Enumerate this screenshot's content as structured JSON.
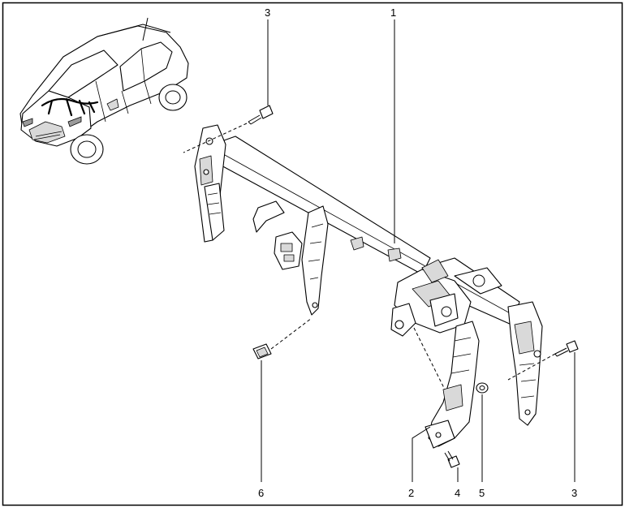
{
  "callouts": [
    {
      "id": "c1-1",
      "text": "1"
    },
    {
      "id": "c3-top",
      "text": "3"
    },
    {
      "id": "c6",
      "text": "6"
    },
    {
      "id": "c2",
      "text": "2"
    },
    {
      "id": "c4",
      "text": "4"
    },
    {
      "id": "c5",
      "text": "5"
    },
    {
      "id": "c3-right",
      "text": "3"
    }
  ],
  "colors": {
    "line": "#000000",
    "background": "#ffffff",
    "shade": "#d9d9d9"
  }
}
